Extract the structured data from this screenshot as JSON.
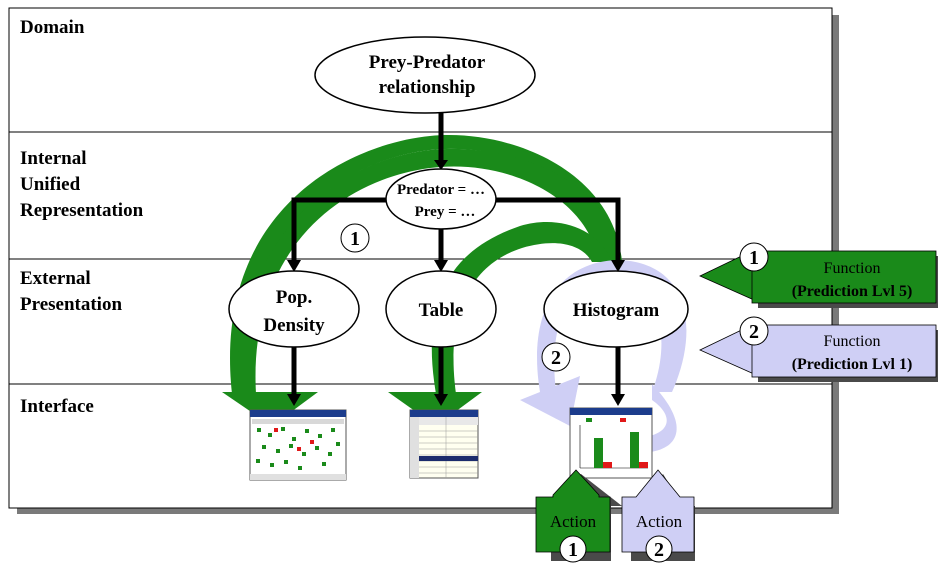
{
  "bands": {
    "domain": "Domain",
    "internal": [
      "Internal",
      "Unified",
      "Representation"
    ],
    "external": [
      "External",
      "Presentation"
    ],
    "interface": "Interface"
  },
  "nodes": {
    "prey_predator": [
      "Prey-Predator",
      "relationship"
    ],
    "equations": [
      "Predator = …",
      "Prey = …"
    ],
    "pop_density": [
      "Pop.",
      "Density"
    ],
    "table": "Table",
    "histogram": "Histogram"
  },
  "cycle_markers": {
    "green": "1",
    "lavender": "2"
  },
  "functions": [
    {
      "number": "1",
      "title": "Function",
      "detail": "(Prediction Lvl 5)",
      "color": "#1a8a1a"
    },
    {
      "number": "2",
      "title": "Function",
      "detail": "(Prediction Lvl 1)",
      "color": "#cfcff5"
    }
  ],
  "actions": [
    {
      "label": "Action",
      "number": "1",
      "color": "#1a8a1a"
    },
    {
      "label": "Action",
      "number": "2",
      "color": "#cfcff5"
    }
  ]
}
